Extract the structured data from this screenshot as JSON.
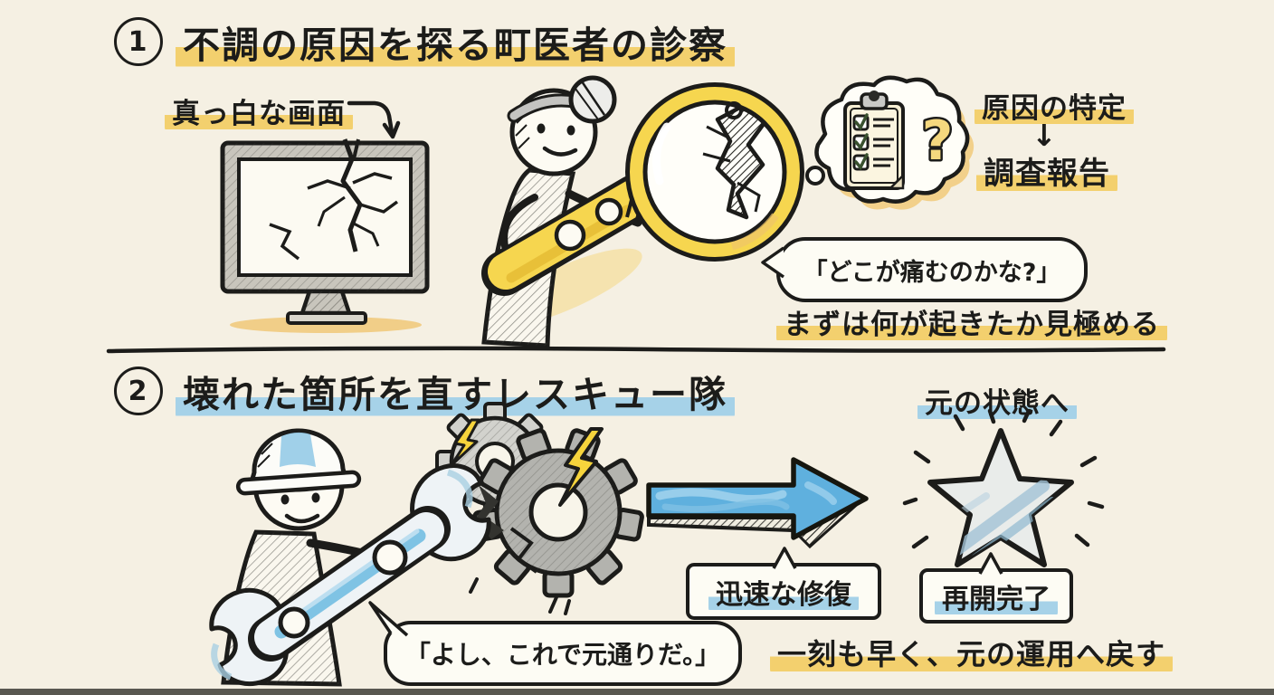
{
  "section1": {
    "number": "1",
    "title": "不調の原因を探る町医者の診察",
    "screen_label": "真っ白な画面",
    "thought": {
      "question_mark": "?"
    },
    "result_top": "原因の特定",
    "result_arrow": "↓",
    "result_bottom": "調査報告",
    "quote": "「どこが痛むのかな?」",
    "caption": "まずは何が起きたか見極める"
  },
  "section2": {
    "number": "2",
    "title": "壊れた箇所を直すレスキュー隊",
    "goal_label": "元の状態へ",
    "arrow_label": "迅速な修復",
    "star_label": "再開完了",
    "quote": "「よし、これで元通りだ。」",
    "caption": "一刻も早く、元の運用へ戻す"
  },
  "colors": {
    "background": "#f5f0e3",
    "ink": "#1c1c1a",
    "highlight_yellow": "#f3d06e",
    "highlight_blue": "#a6d2e8",
    "arrow_blue": "#5fb0de",
    "magnifier_yellow": "#f6d64f",
    "gear_gray": "#b3b3ae",
    "lightning_yellow": "#f6d43c",
    "wrench_blue": "#7fc3e4",
    "star_fill": "#e9ecea"
  },
  "icons": {
    "broken-monitor-icon": "🖥",
    "magnifier-icon": "🔍",
    "doctor-icon": "⛑",
    "thought-bubble-icon": "💭",
    "clipboard-icon": "📋",
    "speech-bubble-icon": "💬",
    "worker-icon": "👷",
    "wrench-icon": "🔧",
    "gear-icon": "⚙",
    "lightning-icon": "⚡",
    "arrow-right-icon": "→",
    "star-icon": "★"
  }
}
